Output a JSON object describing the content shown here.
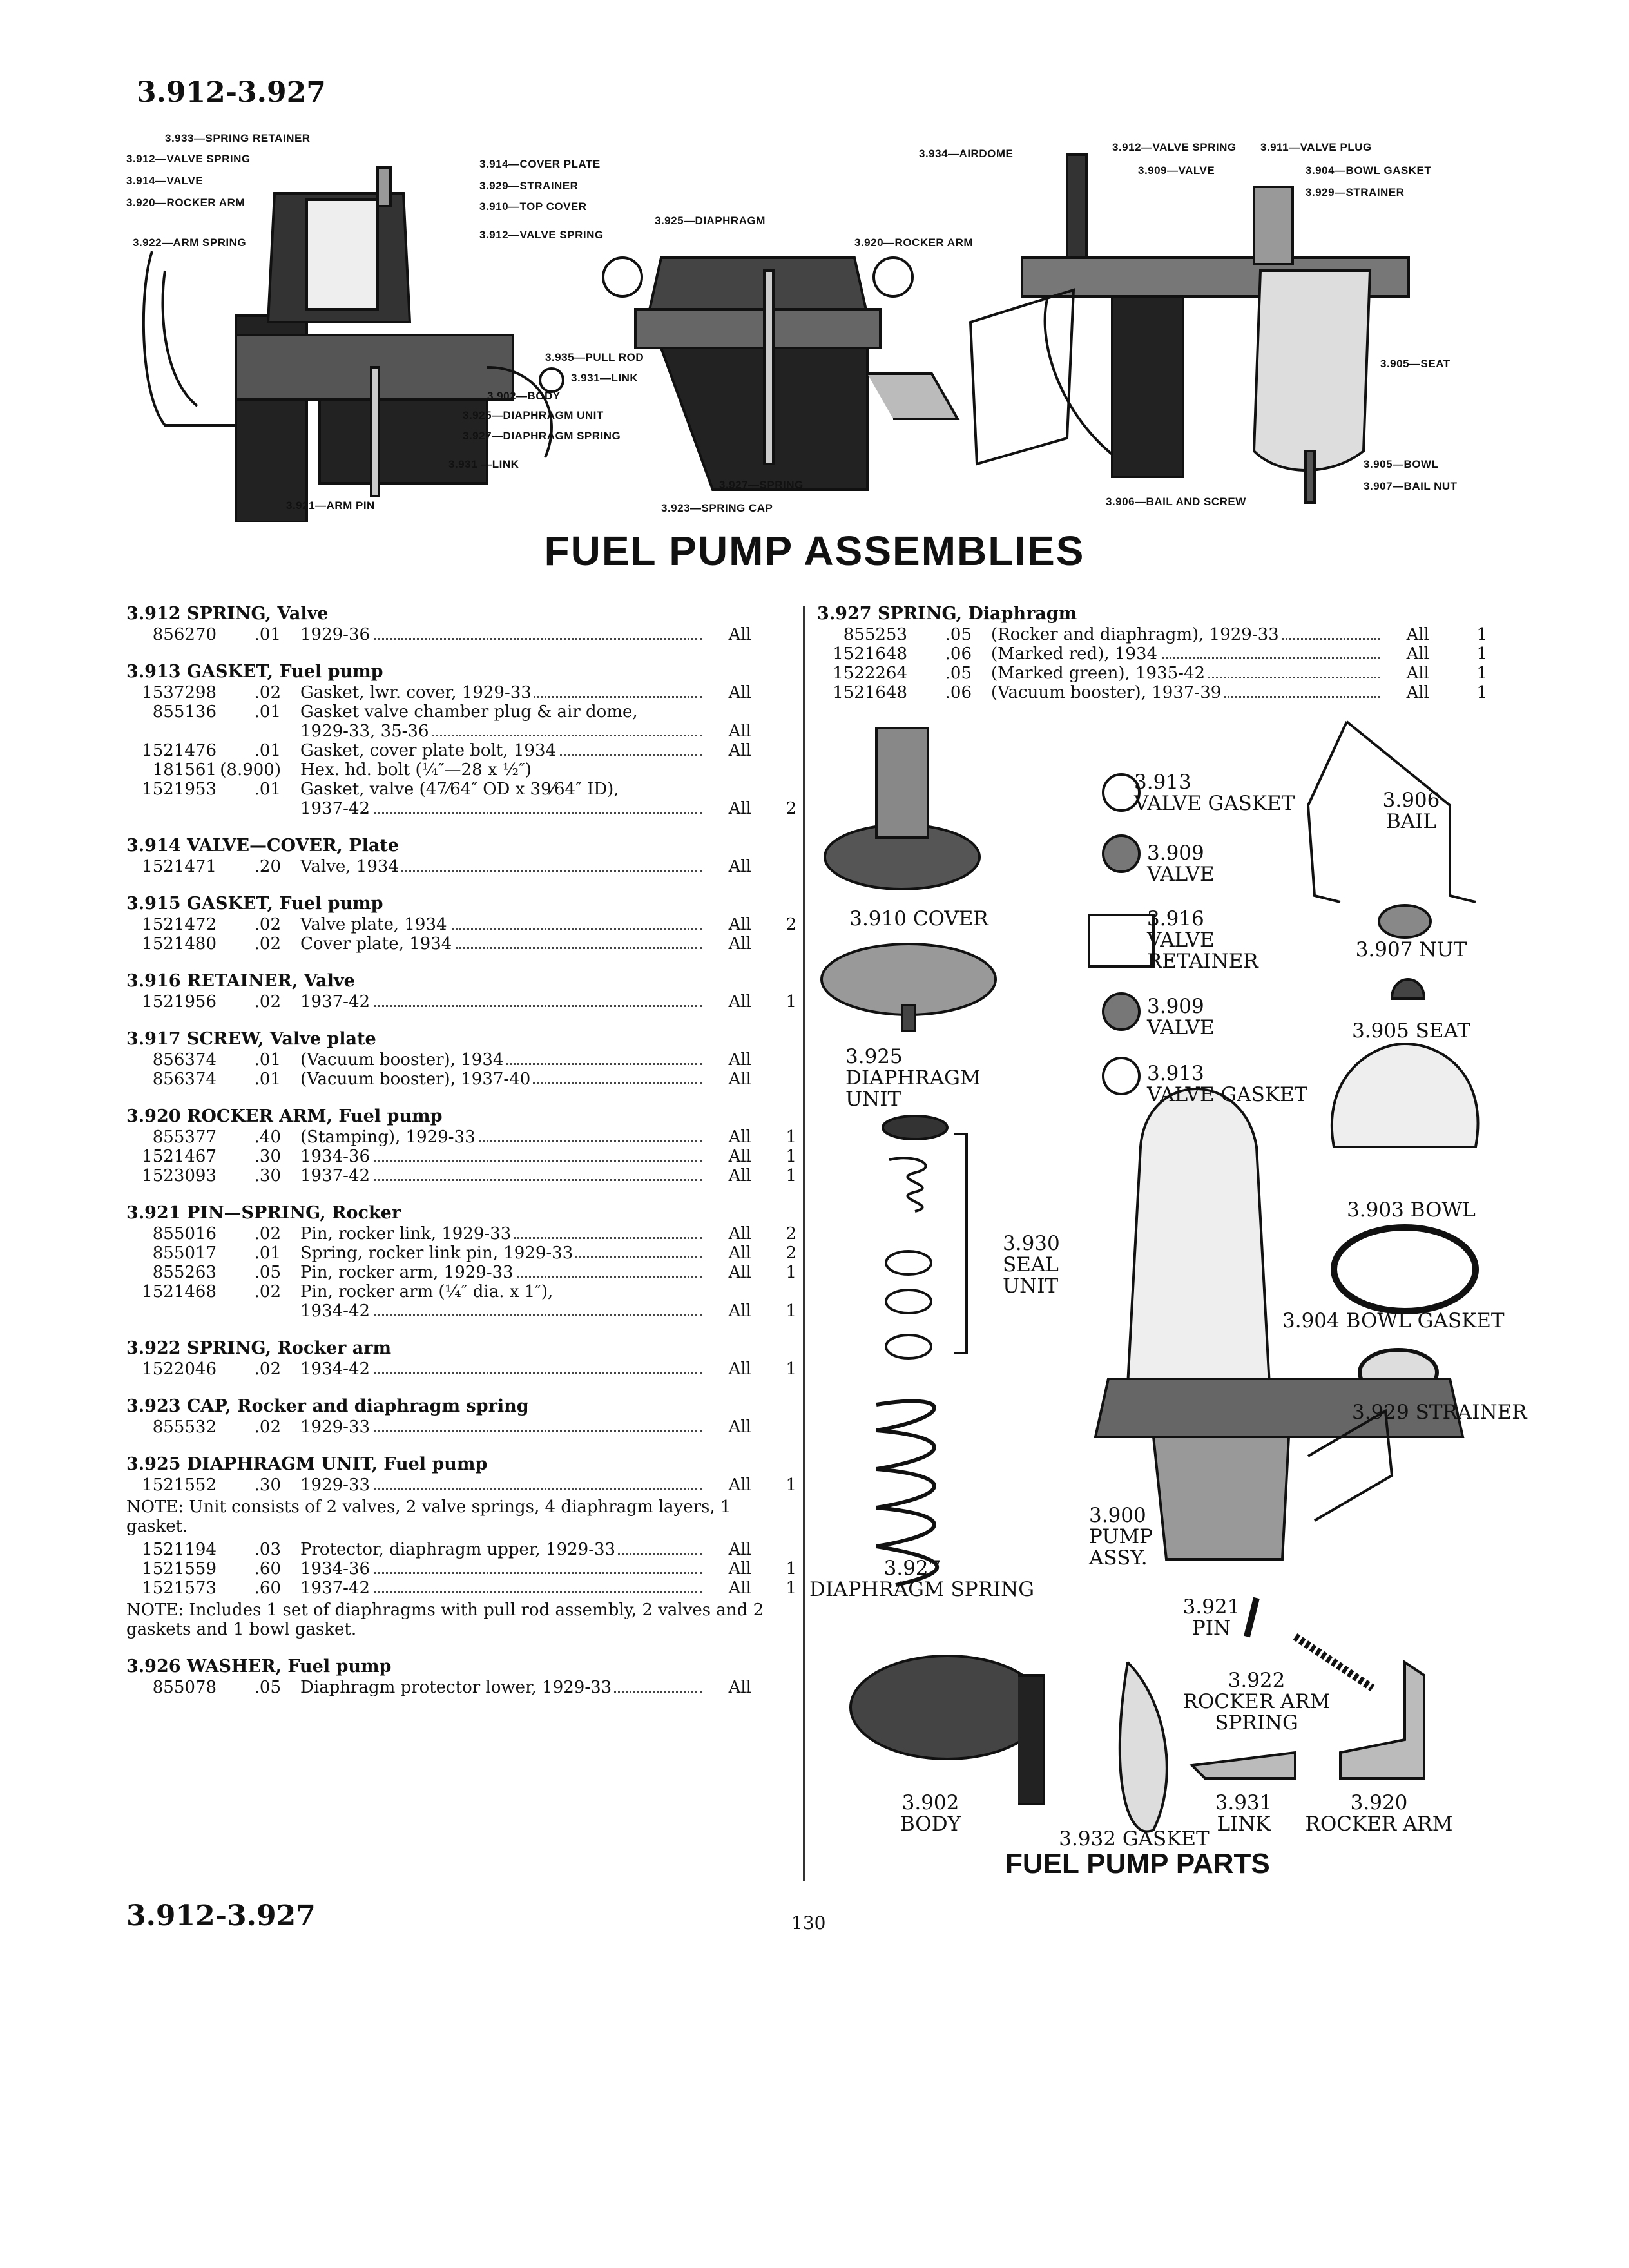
{
  "header": {
    "range": "3.912-3.927",
    "title": "FUEL PUMP ASSEMBLIES"
  },
  "footer": {
    "range": "3.912-3.927",
    "page": "130",
    "parts_title": "FUEL PUMP PARTS"
  },
  "diagram_left": {
    "labels": [
      "3.933—SPRING RETAINER",
      "3.912—VALVE SPRING",
      "3.914—VALVE",
      "3.920—ROCKER ARM",
      "3.922—ARM SPRING",
      "3.914—COVER PLATE",
      "3.929—STRAINER",
      "3.910—TOP COVER",
      "3.912—VALVE SPRING",
      "3.902—BODY",
      "3.925—DIAPHRAGM UNIT",
      "3.927—DIAPHRAGM SPRING",
      "3.931 —LINK",
      "3.921—ARM PIN"
    ]
  },
  "diagram_mid": {
    "labels": [
      "3.925—DIAPHRAGM",
      "3.920—ROCKER ARM",
      "3.935—PULL ROD",
      "3.931—LINK",
      "3.927—SPRING",
      "3.923—SPRING CAP"
    ]
  },
  "diagram_right": {
    "labels": [
      "3.934—AIRDOME",
      "3.912—VALVE SPRING",
      "3.911—VALVE PLUG",
      "3.909—VALVE",
      "3.904—BOWL GASKET",
      "3.929—STRAINER",
      "3.905—SEAT",
      "3.905—BOWL",
      "3.907—BAIL NUT",
      "3.906—BAIL AND SCREW"
    ]
  },
  "left_groups": [
    {
      "head": "3.912   SPRING, Valve",
      "rows": [
        {
          "pn": "856270",
          "pr": ".01",
          "desc": "1929-36",
          "fit": "All",
          "qty": ""
        }
      ]
    },
    {
      "head": "3.913   GASKET, Fuel pump",
      "rows": [
        {
          "pn": "1537298",
          "pr": ".02",
          "desc": "Gasket, lwr. cover, 1929-33",
          "fit": "All",
          "qty": ""
        },
        {
          "pn": "855136",
          "pr": ".01",
          "desc": "Gasket valve chamber plug & air dome,",
          "fit": "",
          "qty": ""
        },
        {
          "pn": "",
          "pr": "",
          "desc": "1929-33, 35-36",
          "fit": "All",
          "qty": "",
          "indent": true
        },
        {
          "pn": "1521476",
          "pr": ".01",
          "desc": "Gasket, cover plate bolt, 1934",
          "fit": "All",
          "qty": ""
        },
        {
          "pn": "181561",
          "pr": "(8.900)",
          "desc": "Hex. hd. bolt (¼″—28 x ½″)",
          "fit": "",
          "qty": ""
        },
        {
          "pn": "1521953",
          "pr": ".01",
          "desc": "Gasket, valve (47⁄64″ OD x 39⁄64″ ID),",
          "fit": "",
          "qty": ""
        },
        {
          "pn": "",
          "pr": "",
          "desc": "1937-42",
          "fit": "All",
          "qty": "2",
          "indent": true
        }
      ]
    },
    {
      "head": "3.914   VALVE—COVER, Plate",
      "rows": [
        {
          "pn": "1521471",
          "pr": ".20",
          "desc": "Valve, 1934",
          "fit": "All",
          "qty": ""
        }
      ]
    },
    {
      "head": "3.915   GASKET, Fuel pump",
      "rows": [
        {
          "pn": "1521472",
          "pr": ".02",
          "desc": "Valve plate, 1934",
          "fit": "All",
          "qty": "2"
        },
        {
          "pn": "1521480",
          "pr": ".02",
          "desc": "Cover plate, 1934",
          "fit": "All",
          "qty": ""
        }
      ]
    },
    {
      "head": "3.916   RETAINER, Valve",
      "rows": [
        {
          "pn": "1521956",
          "pr": ".02",
          "desc": "1937-42",
          "fit": "All",
          "qty": "1"
        }
      ]
    },
    {
      "head": "3.917   SCREW, Valve plate",
      "rows": [
        {
          "pn": "856374",
          "pr": ".01",
          "desc": "(Vacuum booster), 1934",
          "fit": "All",
          "qty": ""
        },
        {
          "pn": "856374",
          "pr": ".01",
          "desc": "(Vacuum booster), 1937-40",
          "fit": "All",
          "qty": ""
        }
      ]
    },
    {
      "head": "3.920   ROCKER ARM, Fuel pump",
      "rows": [
        {
          "pn": "855377",
          "pr": ".40",
          "desc": "(Stamping), 1929-33",
          "fit": "All",
          "qty": "1"
        },
        {
          "pn": "1521467",
          "pr": ".30",
          "desc": "1934-36",
          "fit": "All",
          "qty": "1"
        },
        {
          "pn": "1523093",
          "pr": ".30",
          "desc": "1937-42",
          "fit": "All",
          "qty": "1"
        }
      ]
    },
    {
      "head": "3.921   PIN—SPRING, Rocker",
      "rows": [
        {
          "pn": "855016",
          "pr": ".02",
          "desc": "Pin, rocker link, 1929-33",
          "fit": "All",
          "qty": "2"
        },
        {
          "pn": "855017",
          "pr": ".01",
          "desc": "Spring, rocker link pin, 1929-33",
          "fit": "All",
          "qty": "2"
        },
        {
          "pn": "855263",
          "pr": ".05",
          "desc": "Pin, rocker arm, 1929-33",
          "fit": "All",
          "qty": "1"
        },
        {
          "pn": "1521468",
          "pr": ".02",
          "desc": "Pin, rocker arm (¼″ dia. x 1″),",
          "fit": "",
          "qty": ""
        },
        {
          "pn": "",
          "pr": "",
          "desc": "1934-42",
          "fit": "All",
          "qty": "1",
          "indent": true
        }
      ]
    },
    {
      "head": "3.922   SPRING, Rocker arm",
      "rows": [
        {
          "pn": "1522046",
          "pr": ".02",
          "desc": "1934-42",
          "fit": "All",
          "qty": "1"
        }
      ]
    },
    {
      "head": "3.923   CAP, Rocker and diaphragm spring",
      "rows": [
        {
          "pn": "855532",
          "pr": ".02",
          "desc": "1929-33",
          "fit": "All",
          "qty": ""
        }
      ]
    },
    {
      "head": "3.925   DIAPHRAGM UNIT, Fuel pump",
      "rows": [
        {
          "pn": "1521552",
          "pr": ".30",
          "desc": "1929-33",
          "fit": "All",
          "qty": "1"
        }
      ],
      "note1": "NOTE: Unit consists of 2 valves, 2 valve springs, 4 diaphragm layers, 1 gasket.",
      "rows2": [
        {
          "pn": "1521194",
          "pr": ".03",
          "desc": "Protector, diaphragm upper, 1929-33",
          "fit": "All",
          "qty": ""
        },
        {
          "pn": "1521559",
          "pr": ".60",
          "desc": "1934-36",
          "fit": "All",
          "qty": "1"
        },
        {
          "pn": "1521573",
          "pr": ".60",
          "desc": "1937-42",
          "fit": "All",
          "qty": "1"
        }
      ],
      "note2": "NOTE: Includes 1 set of diaphragms with pull rod assembly, 2 valves and 2 gaskets and 1 bowl gasket."
    },
    {
      "head": "3.926   WASHER, Fuel pump",
      "rows": [
        {
          "pn": "855078",
          "pr": ".05",
          "desc": "Diaphragm protector lower, 1929-33",
          "fit": "All",
          "qty": ""
        }
      ]
    }
  ],
  "right_group": {
    "head": "3.927   SPRING, Diaphragm",
    "rows": [
      {
        "pn": "855253",
        "pr": ".05",
        "desc": "(Rocker and diaphragm), 1929-33",
        "fit": "All",
        "qty": "1"
      },
      {
        "pn": "1521648",
        "pr": ".06",
        "desc": "(Marked red), 1934",
        "fit": "All",
        "qty": "1"
      },
      {
        "pn": "1522264",
        "pr": ".05",
        "desc": "(Marked green), 1935-42",
        "fit": "All",
        "qty": "1"
      },
      {
        "pn": "1521648",
        "pr": ".06",
        "desc": "(Vacuum booster), 1937-39",
        "fit": "All",
        "qty": "1"
      }
    ]
  },
  "parts": {
    "p3910": "3.910 COVER",
    "p3913a": "3.913\nVALVE GASKET",
    "p3906": "3.906\nBAIL",
    "p3909a": "3.909\nVALVE",
    "p3916": "3.916\nVALVE\nRETAINER",
    "p3907": "3.907 NUT",
    "p3909b": "3.909\nVALVE",
    "p3905": "3.905 SEAT",
    "p3925": "3.925\nDIAPHRAGM\nUNIT",
    "p3913b": "3.913\nVALVE GASKET",
    "p3903": "3.903 BOWL",
    "p3930": "3.930\nSEAL\nUNIT",
    "p3904": "3.904 BOWL GASKET",
    "p3929": "3.929 STRAINER",
    "p3900": "3.900\nPUMP\nASSY.",
    "p3927": "3.927\nDIAPHRAGM SPRING",
    "p3921": "3.921\nPIN",
    "p3922": "3.922\nROCKER ARM\nSPRING",
    "p3902": "3.902\nBODY",
    "p3931": "3.931\nLINK",
    "p3920": "3.920\nROCKER ARM",
    "p3932": "3.932 GASKET"
  }
}
